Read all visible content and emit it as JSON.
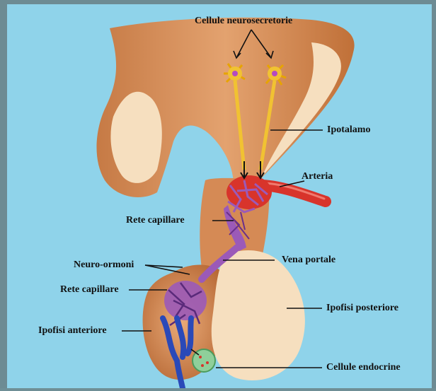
{
  "labels": {
    "neurosecretory_cells": "Cellule neurosecretorie",
    "hypothalamus": "Ipotalamo",
    "artery": "Arteria",
    "capillary_net_upper": "Rete capillare",
    "portal_vein": "Vena portale",
    "neurohormones": "Neuro-ormoni",
    "capillary_net_lower": "Rete capillare",
    "posterior_pituitary": "Ipofisi posteriore",
    "anterior_pituitary": "Ipofisi anteriore",
    "endocrine_cells": "Cellule endocrine"
  },
  "colors": {
    "background": "#8fd3ea",
    "tissue": "#d9925a",
    "tissue_light": "#f6dfbf",
    "artery": "#d8342b",
    "portal_network": "#9b5ab8",
    "vein": "#2a49b8",
    "neuron": "#f1c232",
    "endocrine_cell": "#8fcf9a"
  }
}
